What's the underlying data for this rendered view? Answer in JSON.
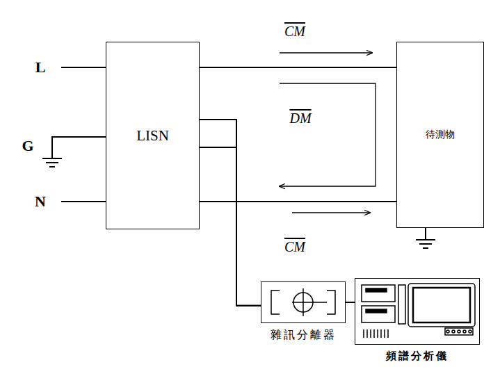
{
  "diagram": {
    "nodes": [
      {
        "text": [
          "LISN"
        ]
      },
      {
        "text": [
          "待測物"
        ]
      },
      {
        "text": [
          "雜訊分離器"
        ]
      },
      {
        "text": [
          "頻譜分析儀"
        ]
      }
    ],
    "edges": [
      {
        "from": 0,
        "to": 1,
        "arrow": "none"
      },
      {
        "from": 0,
        "to": 1,
        "arrow": "none"
      },
      {
        "from": 0,
        "to": 2,
        "arrow": "none"
      },
      {
        "from": 0,
        "to": 2,
        "arrow": "none"
      },
      {
        "from": 2,
        "to": 3,
        "arrow": "none"
      }
    ],
    "labels": [
      "L",
      "G",
      "N",
      "CM",
      "DM",
      "CM"
    ]
  }
}
